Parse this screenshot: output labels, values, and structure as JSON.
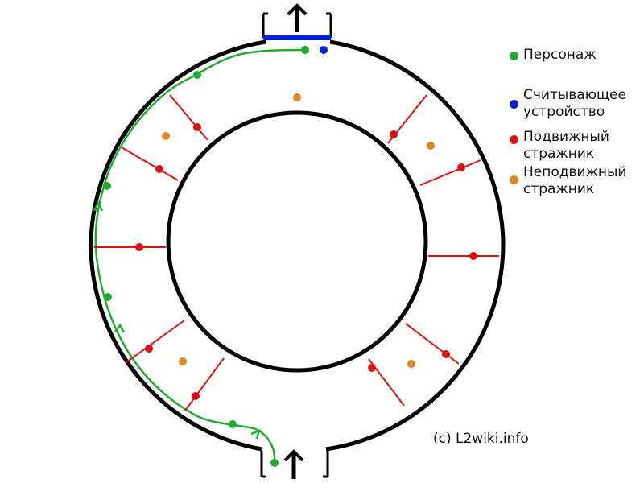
{
  "legend": [
    {
      "label": "Персонаж",
      "color": "#22aa33"
    },
    {
      "label": "Считывающее\nустройство",
      "color": "#0022dd"
    },
    {
      "label": "Подвижный\nстражник",
      "color": "#dd1111"
    },
    {
      "label": "Неподвижный\nстражник",
      "color": "#dd8822"
    }
  ],
  "credit": "(c) L2wiki.info",
  "colors": {
    "ring": "#000000",
    "path": "#22aa33",
    "reader": "#0022dd",
    "moving_guard": "#dd1111",
    "static_guard": "#dd8822"
  }
}
